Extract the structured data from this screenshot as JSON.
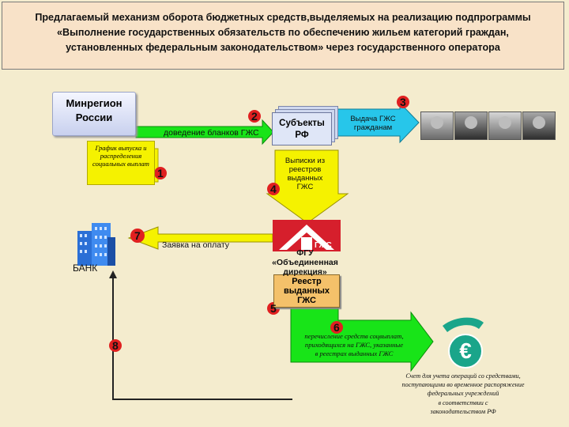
{
  "title": {
    "line1": "Предлагаемый механизм оборота бюджетных средств,выделяемых на реализацию подпрограммы",
    "line2": "«Выполнение государственных обязательств по обеспечению жильем категорий граждан,",
    "line3": "установленных федеральным законодательством» через государственного оператора"
  },
  "nodes": {
    "minregion": "Минрегион России",
    "schedule": "График выпуска и распределения социальных выплат",
    "subjects": "Субъекты РФ",
    "bank": "БАНК",
    "fgu_logo_text": "ГЖС",
    "fgu": "ФГУ «Объединенная дирекция»",
    "reestr": "Реестр выданных ГЖС",
    "note_lines": [
      "Счет для учета операций со средствами,",
      "поступающими во временное распоряжение",
      "федеральных учреждений",
      "в соответствии с",
      "законодательством РФ"
    ]
  },
  "flows": {
    "f1": "1",
    "f2": "2",
    "f2_label": "доведение бланков ГЖС",
    "f3": "3",
    "f3_label": "Выдача ГЖС гражданам",
    "f4": "4",
    "f4_label": "Выписки из реестров выданных ГЖС",
    "f5": "5",
    "f6": "6",
    "f6_lines": [
      "перечисление средств соцвыплат,",
      "приходящихся на ГЖС, указанные",
      "в реестрах выданных ГЖС"
    ],
    "f7": "7",
    "f7_label": "Заявка на оплату",
    "f8": "8"
  },
  "colors": {
    "green": "#18e418",
    "cyan": "#27c6ea",
    "number_badge": "#e02020",
    "yellow": "#f5f200",
    "background": "#f4ecce"
  }
}
